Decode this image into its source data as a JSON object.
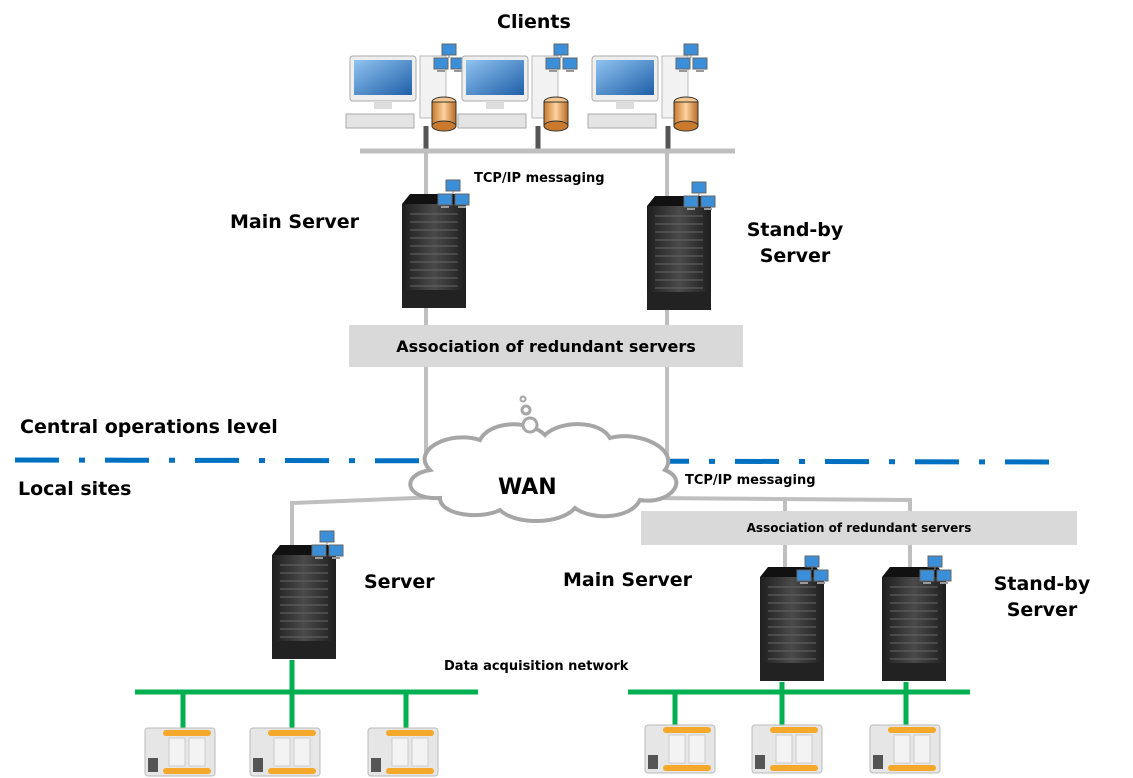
{
  "title": "Clients",
  "labels": {
    "clients": "Clients",
    "tcpip_top": "TCP/IP messaging",
    "main_server_top": "Main Server",
    "standby_top_line1": "Stand-by",
    "standby_top_line2": "Server",
    "assoc_top": "Association of redundant servers",
    "central_level": "Central operations level",
    "local_sites": "Local sites",
    "wan": "WAN",
    "tcpip_bottom": "TCP/IP messaging",
    "assoc_bottom": "Association of redundant servers",
    "server_local": "Server",
    "main_server_local": "Main Server",
    "standby_local_line1": "Stand-by",
    "standby_local_line2": "Server",
    "data_acq": "Data acquisition network"
  },
  "colors": {
    "network_gray": "#bfbfbf",
    "field_bus_green": "#00b050",
    "boundary_blue": "#0070c0",
    "assoc_box": "#d9d9d9",
    "server_body": "#2b2b2b"
  }
}
